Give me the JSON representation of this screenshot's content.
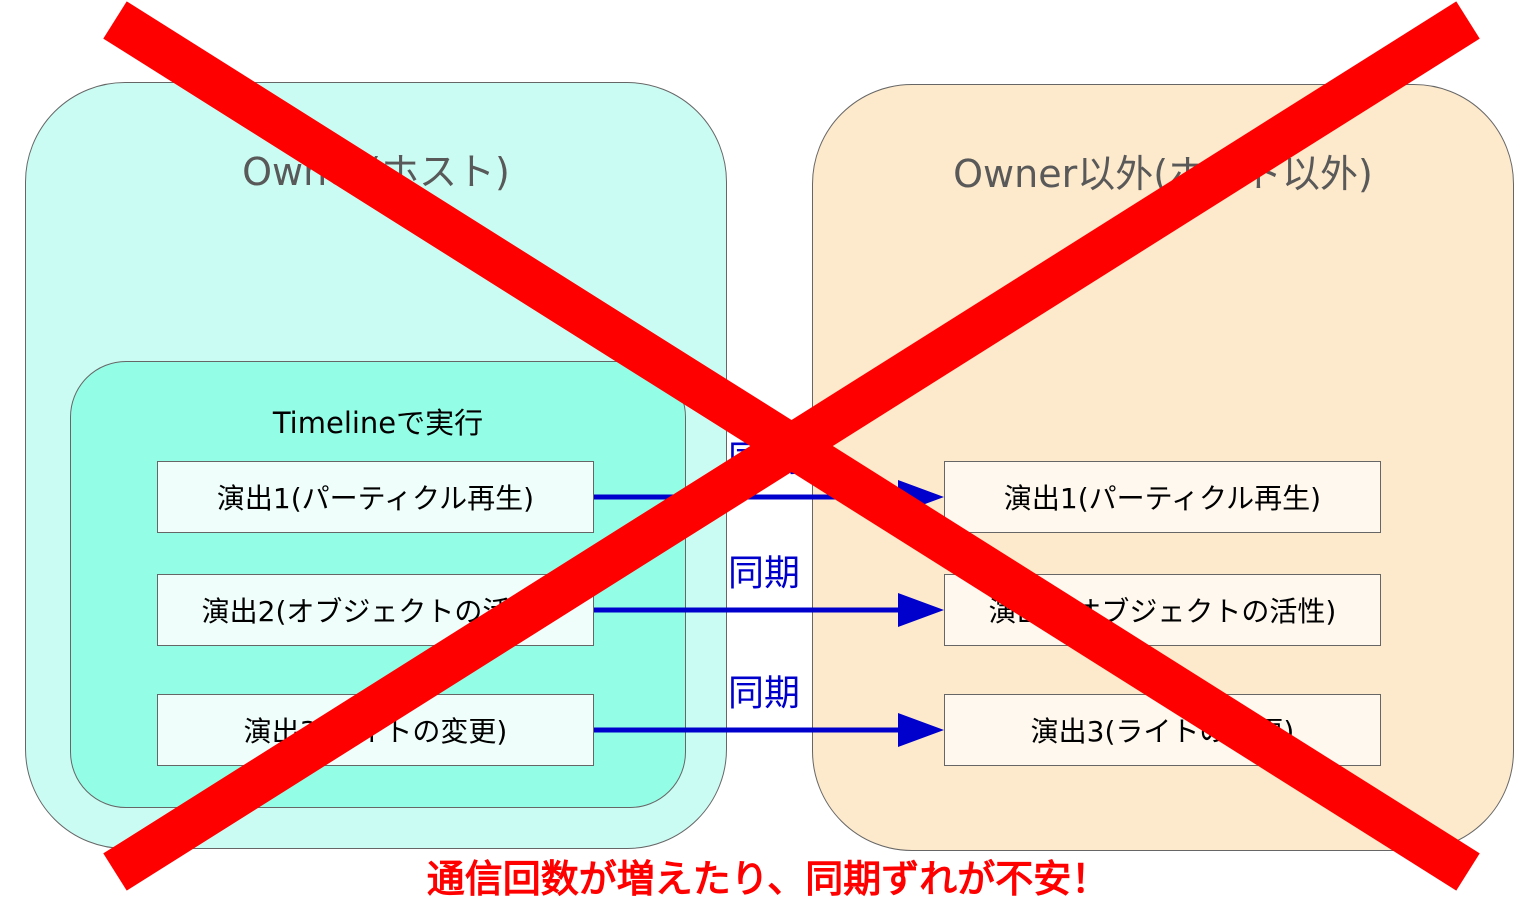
{
  "owner_panel": {
    "title": "Owner(ホスト)",
    "timeline": {
      "title": "Timelineで実行",
      "steps": [
        "演出1(パーティクル再生)",
        "演出2(オブジェクトの活性)",
        "演出3(ライトの変更)"
      ]
    }
  },
  "other_panel": {
    "title": "Owner以外(ホスト以外)",
    "steps": [
      "演出1(パーティクル再生)",
      "演出2(オブジェクトの活性)",
      "演出3(ライトの変更)"
    ]
  },
  "sync_labels": [
    "同期",
    "同期",
    "同期"
  ],
  "warning": "通信回数が増えたり、同期ずれが不安！",
  "colors": {
    "owner_bg": "#cbfcf3",
    "timeline_bg": "#94fde6",
    "other_bg": "#fde9cb",
    "arrow": "#0000cc",
    "cross": "#ff0000"
  }
}
